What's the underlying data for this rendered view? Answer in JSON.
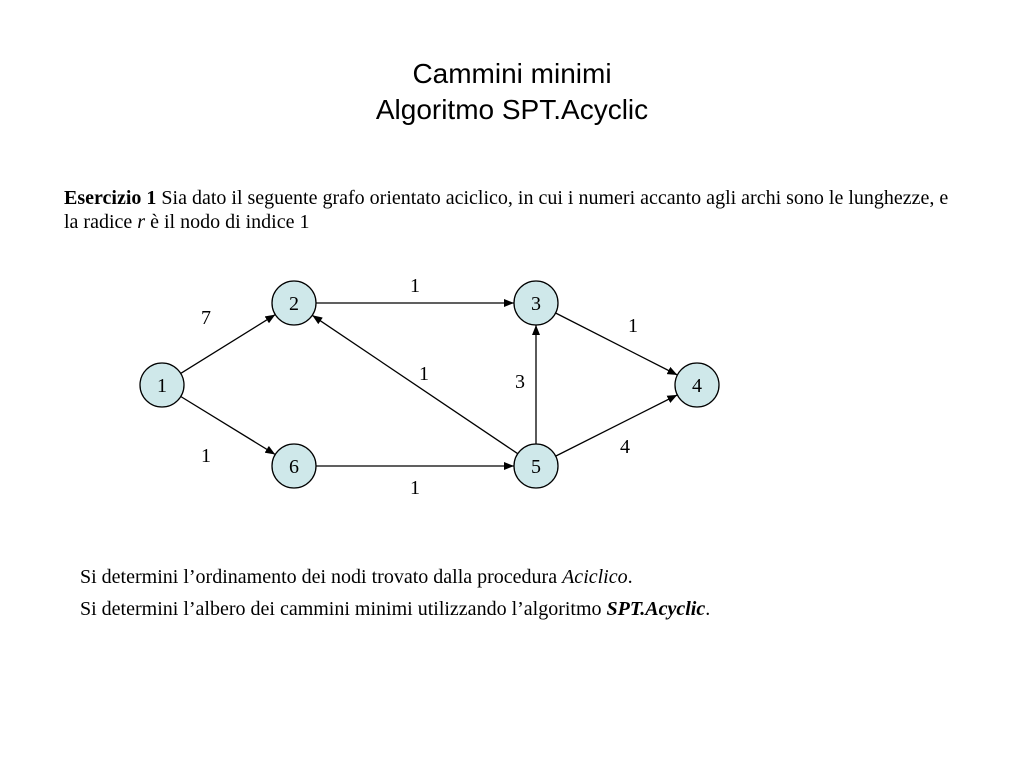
{
  "title": {
    "line1": "Cammini minimi",
    "line2": "Algoritmo SPT.Acyclic"
  },
  "exercise": {
    "label": "Esercizio 1",
    "text_before_var": " Sia dato il seguente grafo orientato aciclico, in cui i numeri accanto agli archi sono le lunghezze, e la radice ",
    "variable": "r",
    "text_after_var": " è il nodo di indice 1"
  },
  "graph": {
    "node_fill": "#cfe8ea",
    "node_stroke": "#000000",
    "nodes": [
      {
        "id": "1",
        "label": "1"
      },
      {
        "id": "2",
        "label": "2"
      },
      {
        "id": "3",
        "label": "3"
      },
      {
        "id": "4",
        "label": "4"
      },
      {
        "id": "5",
        "label": "5"
      },
      {
        "id": "6",
        "label": "6"
      }
    ],
    "edges": [
      {
        "from": "1",
        "to": "2",
        "weight": "7"
      },
      {
        "from": "1",
        "to": "6",
        "weight": "1"
      },
      {
        "from": "2",
        "to": "3",
        "weight": "1"
      },
      {
        "from": "3",
        "to": "4",
        "weight": "1"
      },
      {
        "from": "5",
        "to": "2",
        "weight": "1"
      },
      {
        "from": "5",
        "to": "3",
        "weight": "3"
      },
      {
        "from": "5",
        "to": "4",
        "weight": "4"
      },
      {
        "from": "6",
        "to": "5",
        "weight": "1"
      }
    ]
  },
  "questions": {
    "q1_before": "Si determini l’ordinamento dei nodi trovato dalla procedura ",
    "q1_emph": "Aciclico",
    "q1_after": ".",
    "q2_before": "Si determini l’albero dei cammini minimi utilizzando l’algoritmo ",
    "q2_emph": "SPT.Acyclic",
    "q2_after": "."
  }
}
